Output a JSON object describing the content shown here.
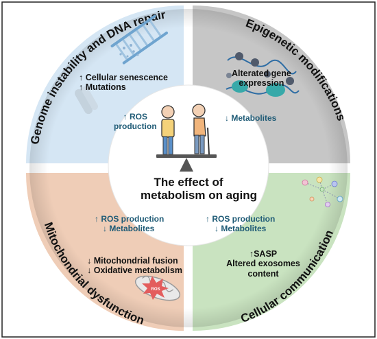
{
  "quadrants": {
    "top_left": {
      "title": "Genome instability and DNA repair",
      "effects": [
        "↑ Cellular senescence",
        "↑ Mutations"
      ],
      "inner": [
        "↑ ROS",
        "production"
      ]
    },
    "top_right": {
      "title": "Epigenetic modifications",
      "effects": [
        "Alterated gene",
        "expression"
      ],
      "inner": [
        "↓ Metabolites"
      ]
    },
    "bottom_left": {
      "title": "Mitochondrial dysfunction",
      "effects": [
        "↓ Mitochondrial fusion",
        "↓ Oxidative metabolism"
      ],
      "inner": [
        "↑ ROS production",
        "↓ Metabolites"
      ]
    },
    "bottom_right": {
      "title": "Cellular communication",
      "effects": [
        "↑SASP",
        "Altered exosomes",
        "content"
      ],
      "inner": [
        "↑ ROS production",
        "↓ Metabolites"
      ]
    }
  },
  "center": {
    "title_line1": "The effect of",
    "title_line2": "metabolism on aging"
  },
  "colors": {
    "top_left_fill": "#d5e6f4",
    "top_right_fill": "#c6c6c6",
    "bottom_left_fill": "#efcdb7",
    "bottom_right_fill": "#c9e3c0",
    "inner_text": "#1f5b76"
  }
}
